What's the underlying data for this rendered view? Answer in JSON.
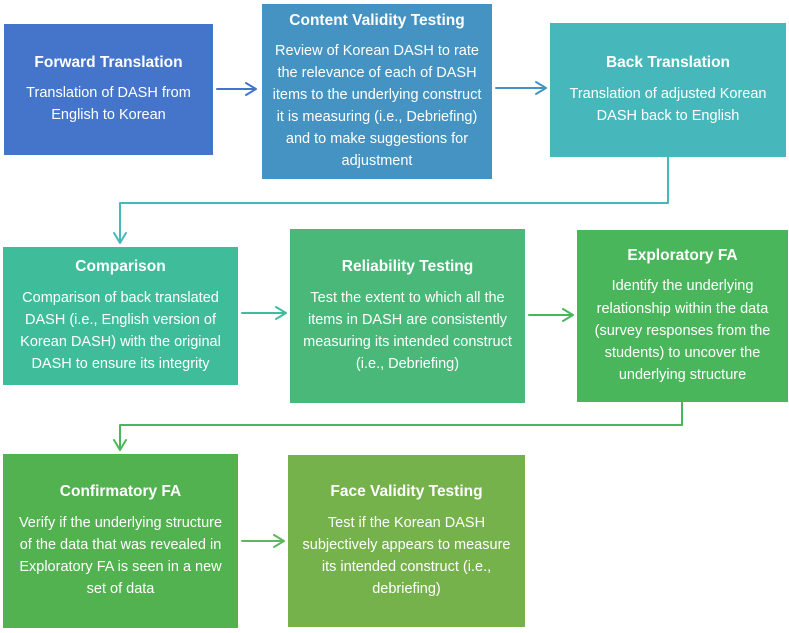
{
  "title": "Korean DASH validation flowchart",
  "colors": {
    "forward_blue": "#4575CB",
    "content_blue": "#4493C3",
    "back_teal": "#46B8BB",
    "comparison_emerald": "#3FBD9B",
    "reliability_green": "#49B878",
    "exploratory_green": "#4AB65C",
    "confirmatory_green": "#52B250",
    "face_green": "#76B24C",
    "arrow_light_green": "#5CB85C"
  },
  "boxes": [
    {
      "title": "Forward Translation",
      "body": "Translation of DASH from English to Korean",
      "color": "#4575CB"
    },
    {
      "title": "Content Validity Testing",
      "body": "Review of Korean DASH to rate the relevance of each of DASH items to the underlying construct it is measuring (i.e., Debriefing) and to make suggestions for adjustment",
      "color": "#4493C3"
    },
    {
      "title": "Back Translation",
      "body": "Translation of adjusted Korean DASH back to English",
      "color": "#46B8BB"
    },
    {
      "title": "Comparison",
      "body": "Comparison of back translated DASH (i.e., English version of Korean DASH) with the original DASH to ensure its integrity",
      "color": "#3FBD9B"
    },
    {
      "title": "Reliability Testing",
      "body": "Test the extent to which all the items in DASH are consistently measuring  its intended construct (i.e., Debriefing)",
      "color": "#49B878"
    },
    {
      "title": "Exploratory FA",
      "body": "Identify the underlying relationship within the data (survey responses from the students) to uncover the underlying structure",
      "color": "#4AB65C"
    },
    {
      "title": "Confirmatory FA",
      "body": "Verify if the underlying structure of the data that was revealed in Exploratory FA is seen in a new set of data",
      "color": "#52B250"
    },
    {
      "title": "Face Validity Testing",
      "body": "Test if the Korean DASH subjectively appears to measure its intended construct (i.e., debriefing)",
      "color": "#76B24C"
    }
  ],
  "connectors": [
    {
      "name": "forward-to-content",
      "color": "#4575CB"
    },
    {
      "name": "content-to-back",
      "color": "#4493C3"
    },
    {
      "name": "back-to-comparison",
      "color": "#46B8BB"
    },
    {
      "name": "comparison-to-reliability",
      "color": "#3FBD9B"
    },
    {
      "name": "reliability-to-exploratory",
      "color": "#4AB65C"
    },
    {
      "name": "exploratory-to-confirmatory",
      "color": "#4AB65C"
    },
    {
      "name": "confirmatory-to-face",
      "color": "#5CB85C"
    }
  ]
}
